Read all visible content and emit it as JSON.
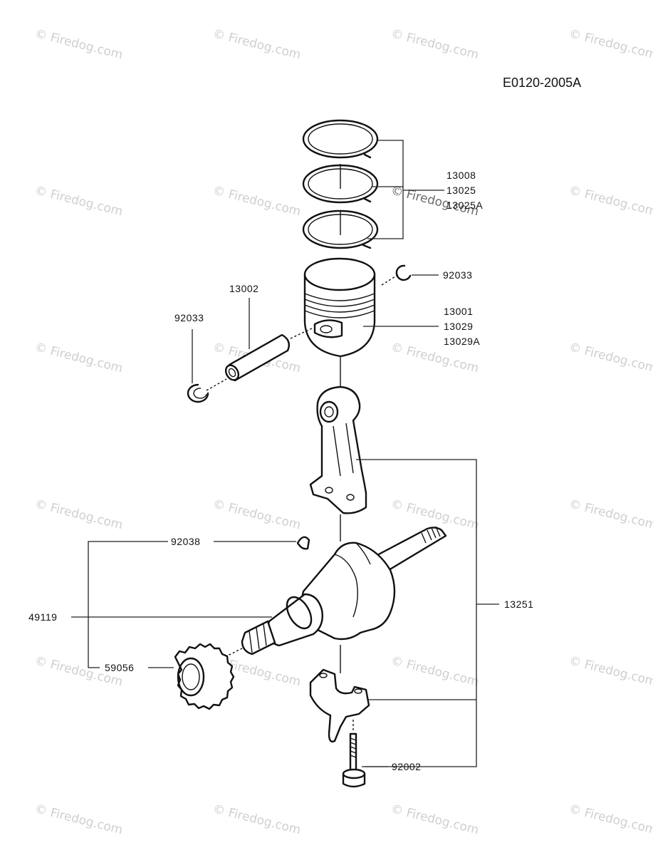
{
  "diagram_code": "E0120-2005A",
  "watermark": "© Firedog.com",
  "labels": {
    "rings_1": "13008",
    "rings_2": "13025",
    "rings_3": "13025A",
    "clip_right": "92033",
    "pin": "13002",
    "clip_left": "92033",
    "piston_1": "13001",
    "piston_2": "13029",
    "piston_3": "13029A",
    "key": "92038",
    "crank": "49119",
    "gear": "59056",
    "conrod_assy": "13251",
    "bolt": "92002"
  }
}
